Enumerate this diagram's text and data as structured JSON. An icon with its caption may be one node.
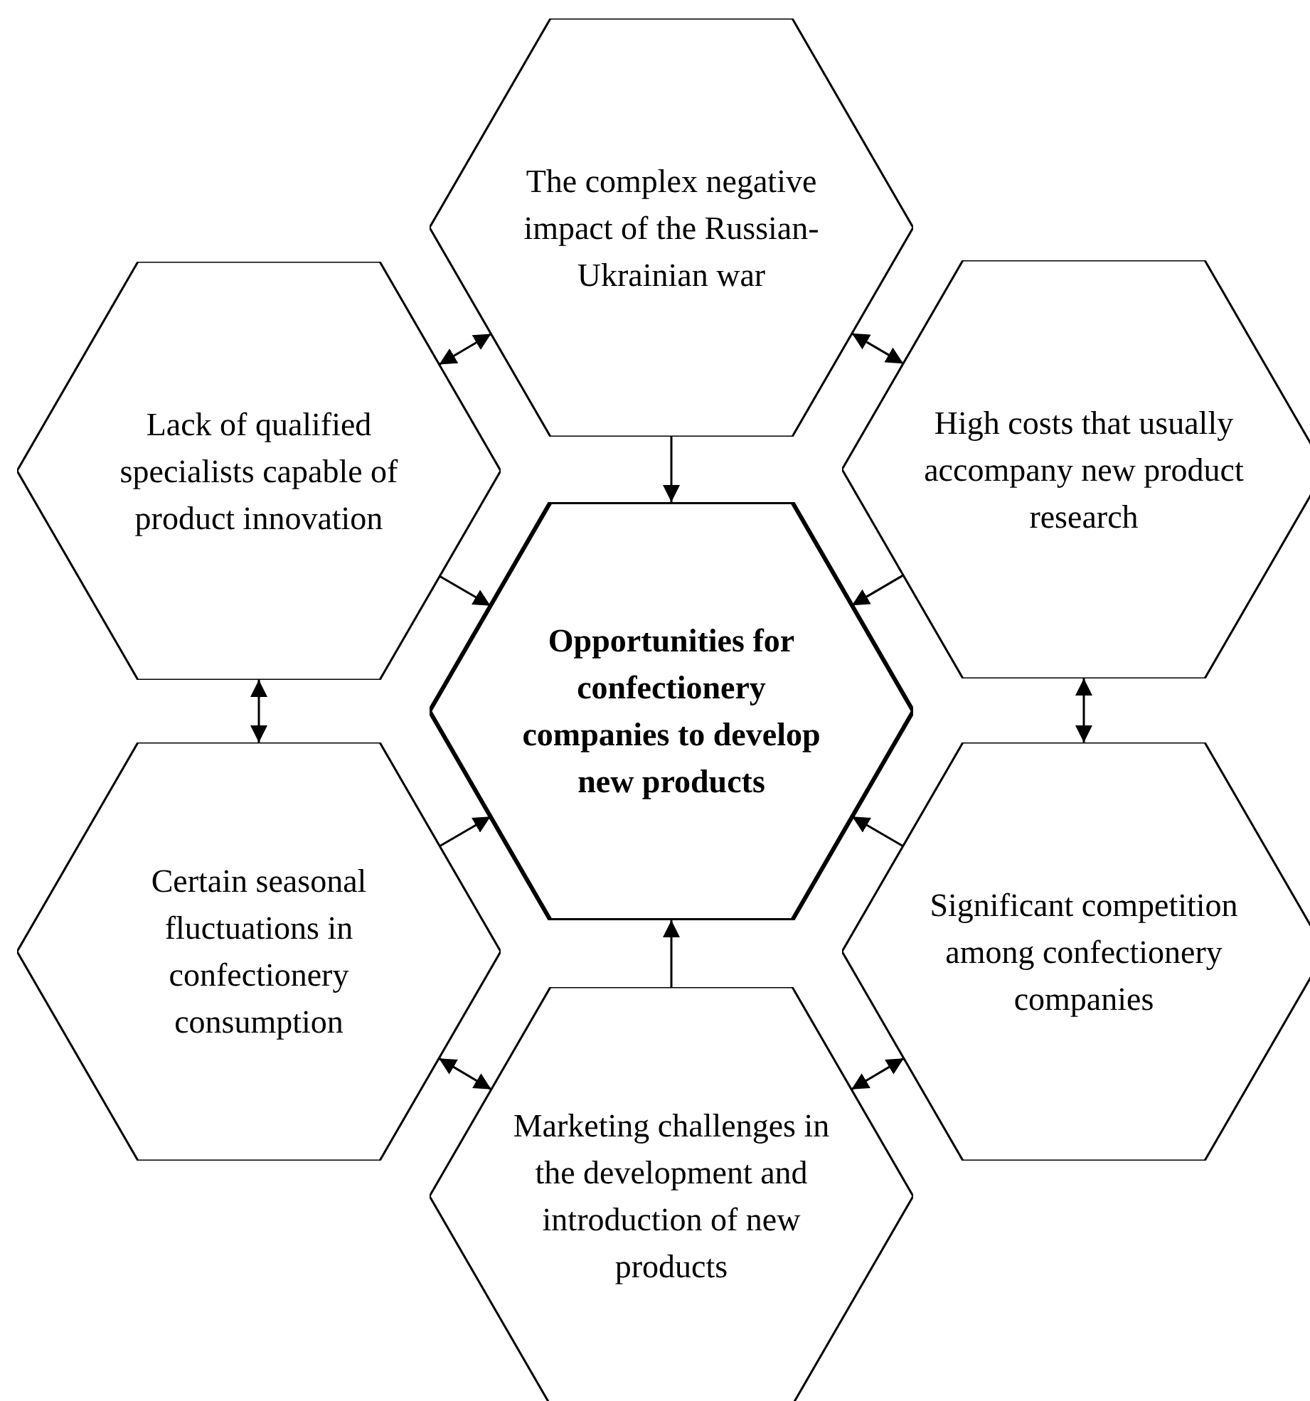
{
  "diagram": {
    "nodes": [
      {
        "text": [
          "The complex negative impact of the Russian-Ukrainian war"
        ]
      },
      {
        "text": [
          "Lack of qualified specialists capable of product innovation"
        ]
      },
      {
        "text": [
          "High costs that usually accompany new product research"
        ]
      },
      {
        "text": [
          "Opportunities for confectionery companies to develop new products"
        ]
      },
      {
        "text": [
          "Certain seasonal fluctuations in confectionery consumption"
        ]
      },
      {
        "text": [
          "Significant competition among confectionery companies"
        ]
      },
      {
        "text": [
          "Marketing challenges in the development and introduction of new products"
        ]
      }
    ],
    "edges": [
      {
        "from": 0,
        "to": 3,
        "arrow": "to"
      },
      {
        "from": 1,
        "to": 3,
        "arrow": "to"
      },
      {
        "from": 2,
        "to": 3,
        "arrow": "to"
      },
      {
        "from": 4,
        "to": 3,
        "arrow": "to"
      },
      {
        "from": 5,
        "to": 3,
        "arrow": "to"
      },
      {
        "from": 6,
        "to": 3,
        "arrow": "to"
      },
      {
        "from": 0,
        "to": 1,
        "arrow": "both"
      },
      {
        "from": 0,
        "to": 2,
        "arrow": "both"
      },
      {
        "from": 1,
        "to": 4,
        "arrow": "both"
      },
      {
        "from": 2,
        "to": 5,
        "arrow": "both"
      },
      {
        "from": 4,
        "to": 6,
        "arrow": "both"
      },
      {
        "from": 5,
        "to": 6,
        "arrow": "both"
      }
    ]
  }
}
